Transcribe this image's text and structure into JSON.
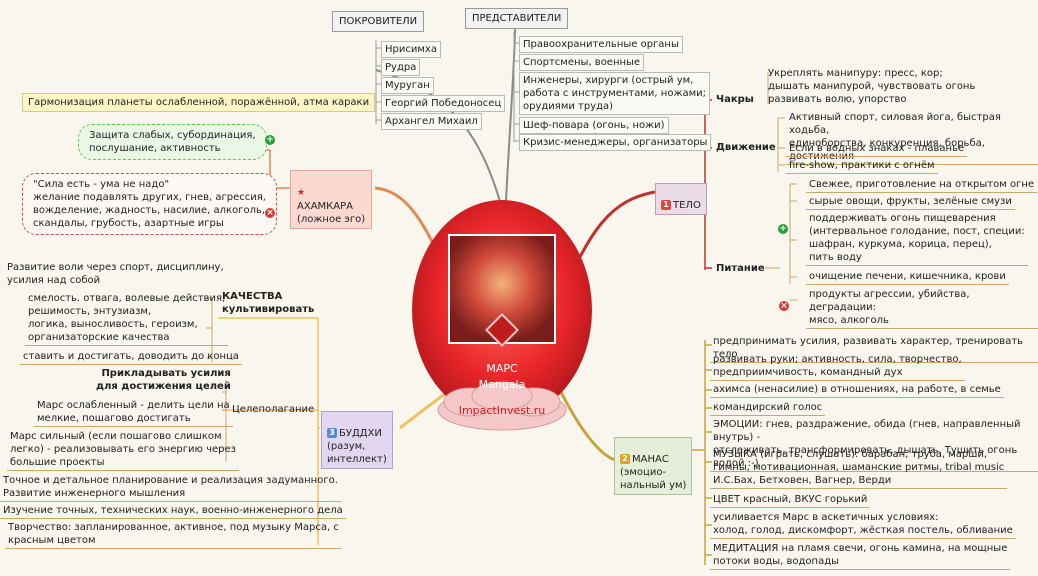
{
  "center": {
    "title_ru": "МАРС",
    "title_en": "Mangala",
    "cloud": "ImpactInvest.ru"
  },
  "top": {
    "patrons_header": "ПОКРОВИТЕЛИ",
    "patrons": [
      "Нрисимха",
      "Рудра",
      "Муруган",
      "Георгий Победоносец",
      "Архангел Михаил"
    ],
    "reps_header": "ПРЕДСТАВИТЕЛИ",
    "reps": [
      "Правоохранительные органы",
      "Спортсмены, военные",
      "Инженеры, хирурги (острый ум,\nработа с инструментами, ножами;\nорудиями труда)",
      "Шеф-повара (огонь, ножи)",
      "Кризис-менеджеры, организаторы"
    ]
  },
  "harmonize": "Гармонизация планеты ослабленной, поражённой, атма караки",
  "ahamkara": {
    "label": "АХАМКАРА\n(ложное эго)",
    "plus": "Защита слабых, субординация,\nпослушание, активность",
    "minus": "\"Сила есть - ума не надо\"\nжелание подавлять других, гнев, агрессия,\nвожделение, жадность, насилие, алкоголь,\nскандалы, грубость, азартные игры"
  },
  "body": {
    "label": "ТЕЛО",
    "num": "1",
    "chakras_label": "Чакры",
    "chakras": "Укреплять манипуру: пресс, кор;\nдышать манипурой, чувствовать огонь\nразвивать волю, упорство",
    "movement_label": "Движение",
    "movement": [
      "Активный спорт, силовая йога, быстрая ходьба,\nединоборства, конкуренция, борьба, достижения",
      "Если в водных знаках - плаванье",
      "fire-show, практики с огнём"
    ],
    "nutrition_label": "Питание",
    "nutrition_plus": [
      "Свежее, приготовление на открытом огне",
      "сырые овощи, фрукты, зелёные смузи",
      "поддерживать огонь пищеварения\n(интервальное голодание, пост, специи:\nшафран, куркума, корица, перец),\nпить воду",
      "очищение печени, кишечника, крови"
    ],
    "nutrition_minus": "продукты агрессии, убийства, деградации:\nмясо, алкоголь"
  },
  "buddhi": {
    "label": "БУДДХИ\n(разум,\nинтеллект)",
    "num": "3",
    "qualities_label": "КАЧЕСТВА\nкультивировать",
    "qualities": [
      "Развитие воли через спорт, дисциплину,\nусилия над собой",
      "смелость. отвага, волевые действия,\nрешимость, энтузиазм,\nлогика, выносливость, героизм,\nорганизаторские качества",
      "ставить и достигать, доводить до конца"
    ],
    "goal_label": "Целеполагание",
    "goal_head": "Прикладывать усилия\nдля достижения целей",
    "goal_items": [
      "Марс ослабленный - делить цели на\nмелкие, пошагово достигать",
      "Марс сильный (если пошагово слишком\nлегко) - реализовывать его энергию через\nбольшие проекты"
    ],
    "others": [
      "Точное и детальное планирование и реализация задуманного.\nРазвитие инженерного мышления",
      "Изучение точных, технических наук, военно-инженерного дела",
      "Творчество: запланированное, активное, под музыку Марса, с\nкрасным цветом"
    ]
  },
  "manas": {
    "label": "МАНАС\n(эмоцио-\nнальный ум)",
    "num": "2",
    "items": [
      "предпринимать усилия, развивать характер, тренировать тело",
      "развивать руки; активность, сила, творчество,\nпредприимчивость, командный дух",
      "ахимса (ненасилие) в отношениях, на работе, в семье",
      "командирский голос",
      "ЭМОЦИИ: гнев, раздражение, обида (гнев, направленный внутрь) -\nотслеживать, трансформировать, дышать. Тушить огонь водой :-)",
      "МУЗЫКА (играть, слушать): барабан, труба, марши,\nгимны, мотивационная, шаманские ритмы, tribal music\nИ.С.Бах, Бетховен, Вагнер, Верди",
      "ЦВЕТ красный, ВКУС горький",
      "усиливается Марс в аскетичных условиях:\nхолод, голод, дискомфорт, жёсткая постель, обливание",
      "МЕДИТАЦИЯ на пламя свечи, огонь камина, на мощные\nпотоки воды, водопады"
    ]
  },
  "colors": {
    "background": "#f8f6ed",
    "mars_red": "#e8262a",
    "body_branch": "#c0302e",
    "ahamkara_branch": "#e08a55",
    "buddhi_branch": "#f0c25c",
    "manas_branch": "#c8a33c",
    "patron_branch": "#8a8a8a",
    "plus_icon": "#2a9d3a",
    "minus_icon": "#d83a3a"
  }
}
